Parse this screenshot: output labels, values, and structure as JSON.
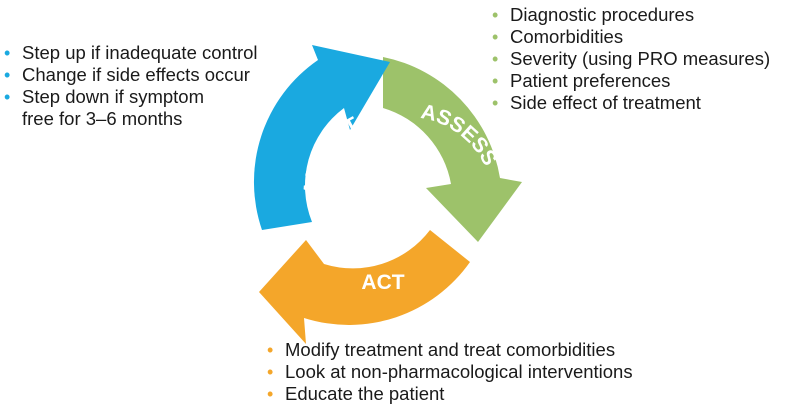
{
  "diagram": {
    "segments": [
      {
        "id": "adjust",
        "label": "ADJUST",
        "color": "#1aa9e0"
      },
      {
        "id": "assess",
        "label": "ASSESS",
        "color": "#9dc26a"
      },
      {
        "id": "act",
        "label": "ACT",
        "color": "#f4a62a"
      }
    ]
  },
  "adjust_list": {
    "color": "#1aa9e0",
    "items": [
      {
        "text": "Step up if inadequate control"
      },
      {
        "text": "Change if side effects occur"
      },
      {
        "text": "Step down if symptom",
        "continuation": "free for 3–6 months"
      }
    ]
  },
  "assess_list": {
    "color": "#9dc26a",
    "items": [
      {
        "text": "Diagnostic procedures"
      },
      {
        "text": "Comorbidities"
      },
      {
        "text": "Severity (using PRO measures)"
      },
      {
        "text": "Patient preferences"
      },
      {
        "text": "Side effect of treatment"
      }
    ]
  },
  "act_list": {
    "color": "#f4a62a",
    "items": [
      {
        "text": "Modify treatment and treat comorbidities"
      },
      {
        "text": "Look at non-pharmacological interventions"
      },
      {
        "text": "Educate the patient"
      }
    ]
  }
}
